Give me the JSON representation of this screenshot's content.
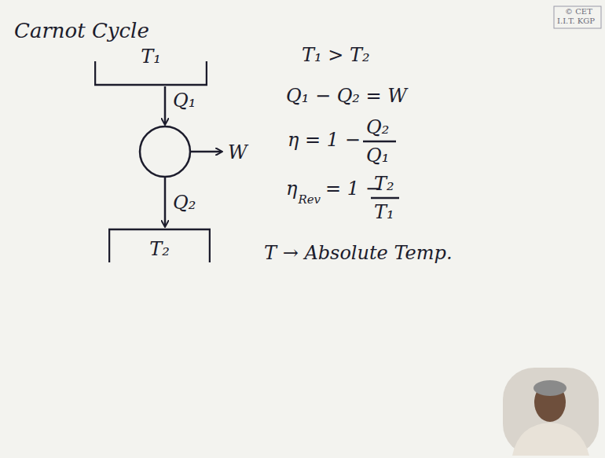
{
  "diagram": {
    "title": "Carnot Cycle",
    "nodes": [
      {
        "text": [
          "T₁"
        ]
      },
      {
        "text": [
          "T₂"
        ]
      }
    ],
    "labels": [
      "© CET",
      "I.I.T. KGP",
      "Q₁",
      "W",
      "Q₂",
      "T₁ > T₂",
      "Q₁ − Q₂ = W",
      "η = 1 −",
      "Q₂",
      "Q₁",
      "η",
      "Rev",
      "= 1 −",
      "T₂",
      "T₁",
      "T → Absolute Temp."
    ]
  }
}
